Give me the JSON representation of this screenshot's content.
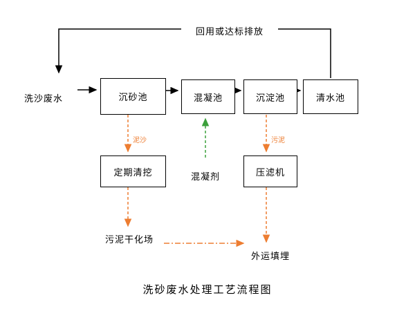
{
  "page": {
    "title": "洗砂废水处理工艺流程图"
  },
  "flow": {
    "input_label": "洗沙废水",
    "feedback_label": "回用或达标排放",
    "main_boxes": [
      {
        "id": "grit-chamber",
        "label": "沉砂池"
      },
      {
        "id": "coagulation-tank",
        "label": "混凝池"
      },
      {
        "id": "sedimentation-tank",
        "label": "沉淀池"
      },
      {
        "id": "clear-water-tank",
        "label": "清水池"
      }
    ],
    "sub_boxes": [
      {
        "id": "periodic-dredging",
        "label": "定期清挖"
      },
      {
        "id": "filter-press",
        "label": "压滤机"
      }
    ],
    "edge_labels": {
      "sediment": "泥沙",
      "sludge": "污泥",
      "coagulant": "混凝剂"
    },
    "terminals": {
      "drying_field": "污泥干化场",
      "landfill": "外运填埋"
    },
    "colors": {
      "line_black": "#000000",
      "sludge_orange": "#ED7D31",
      "coagulant_green": "#3CA03C"
    }
  }
}
